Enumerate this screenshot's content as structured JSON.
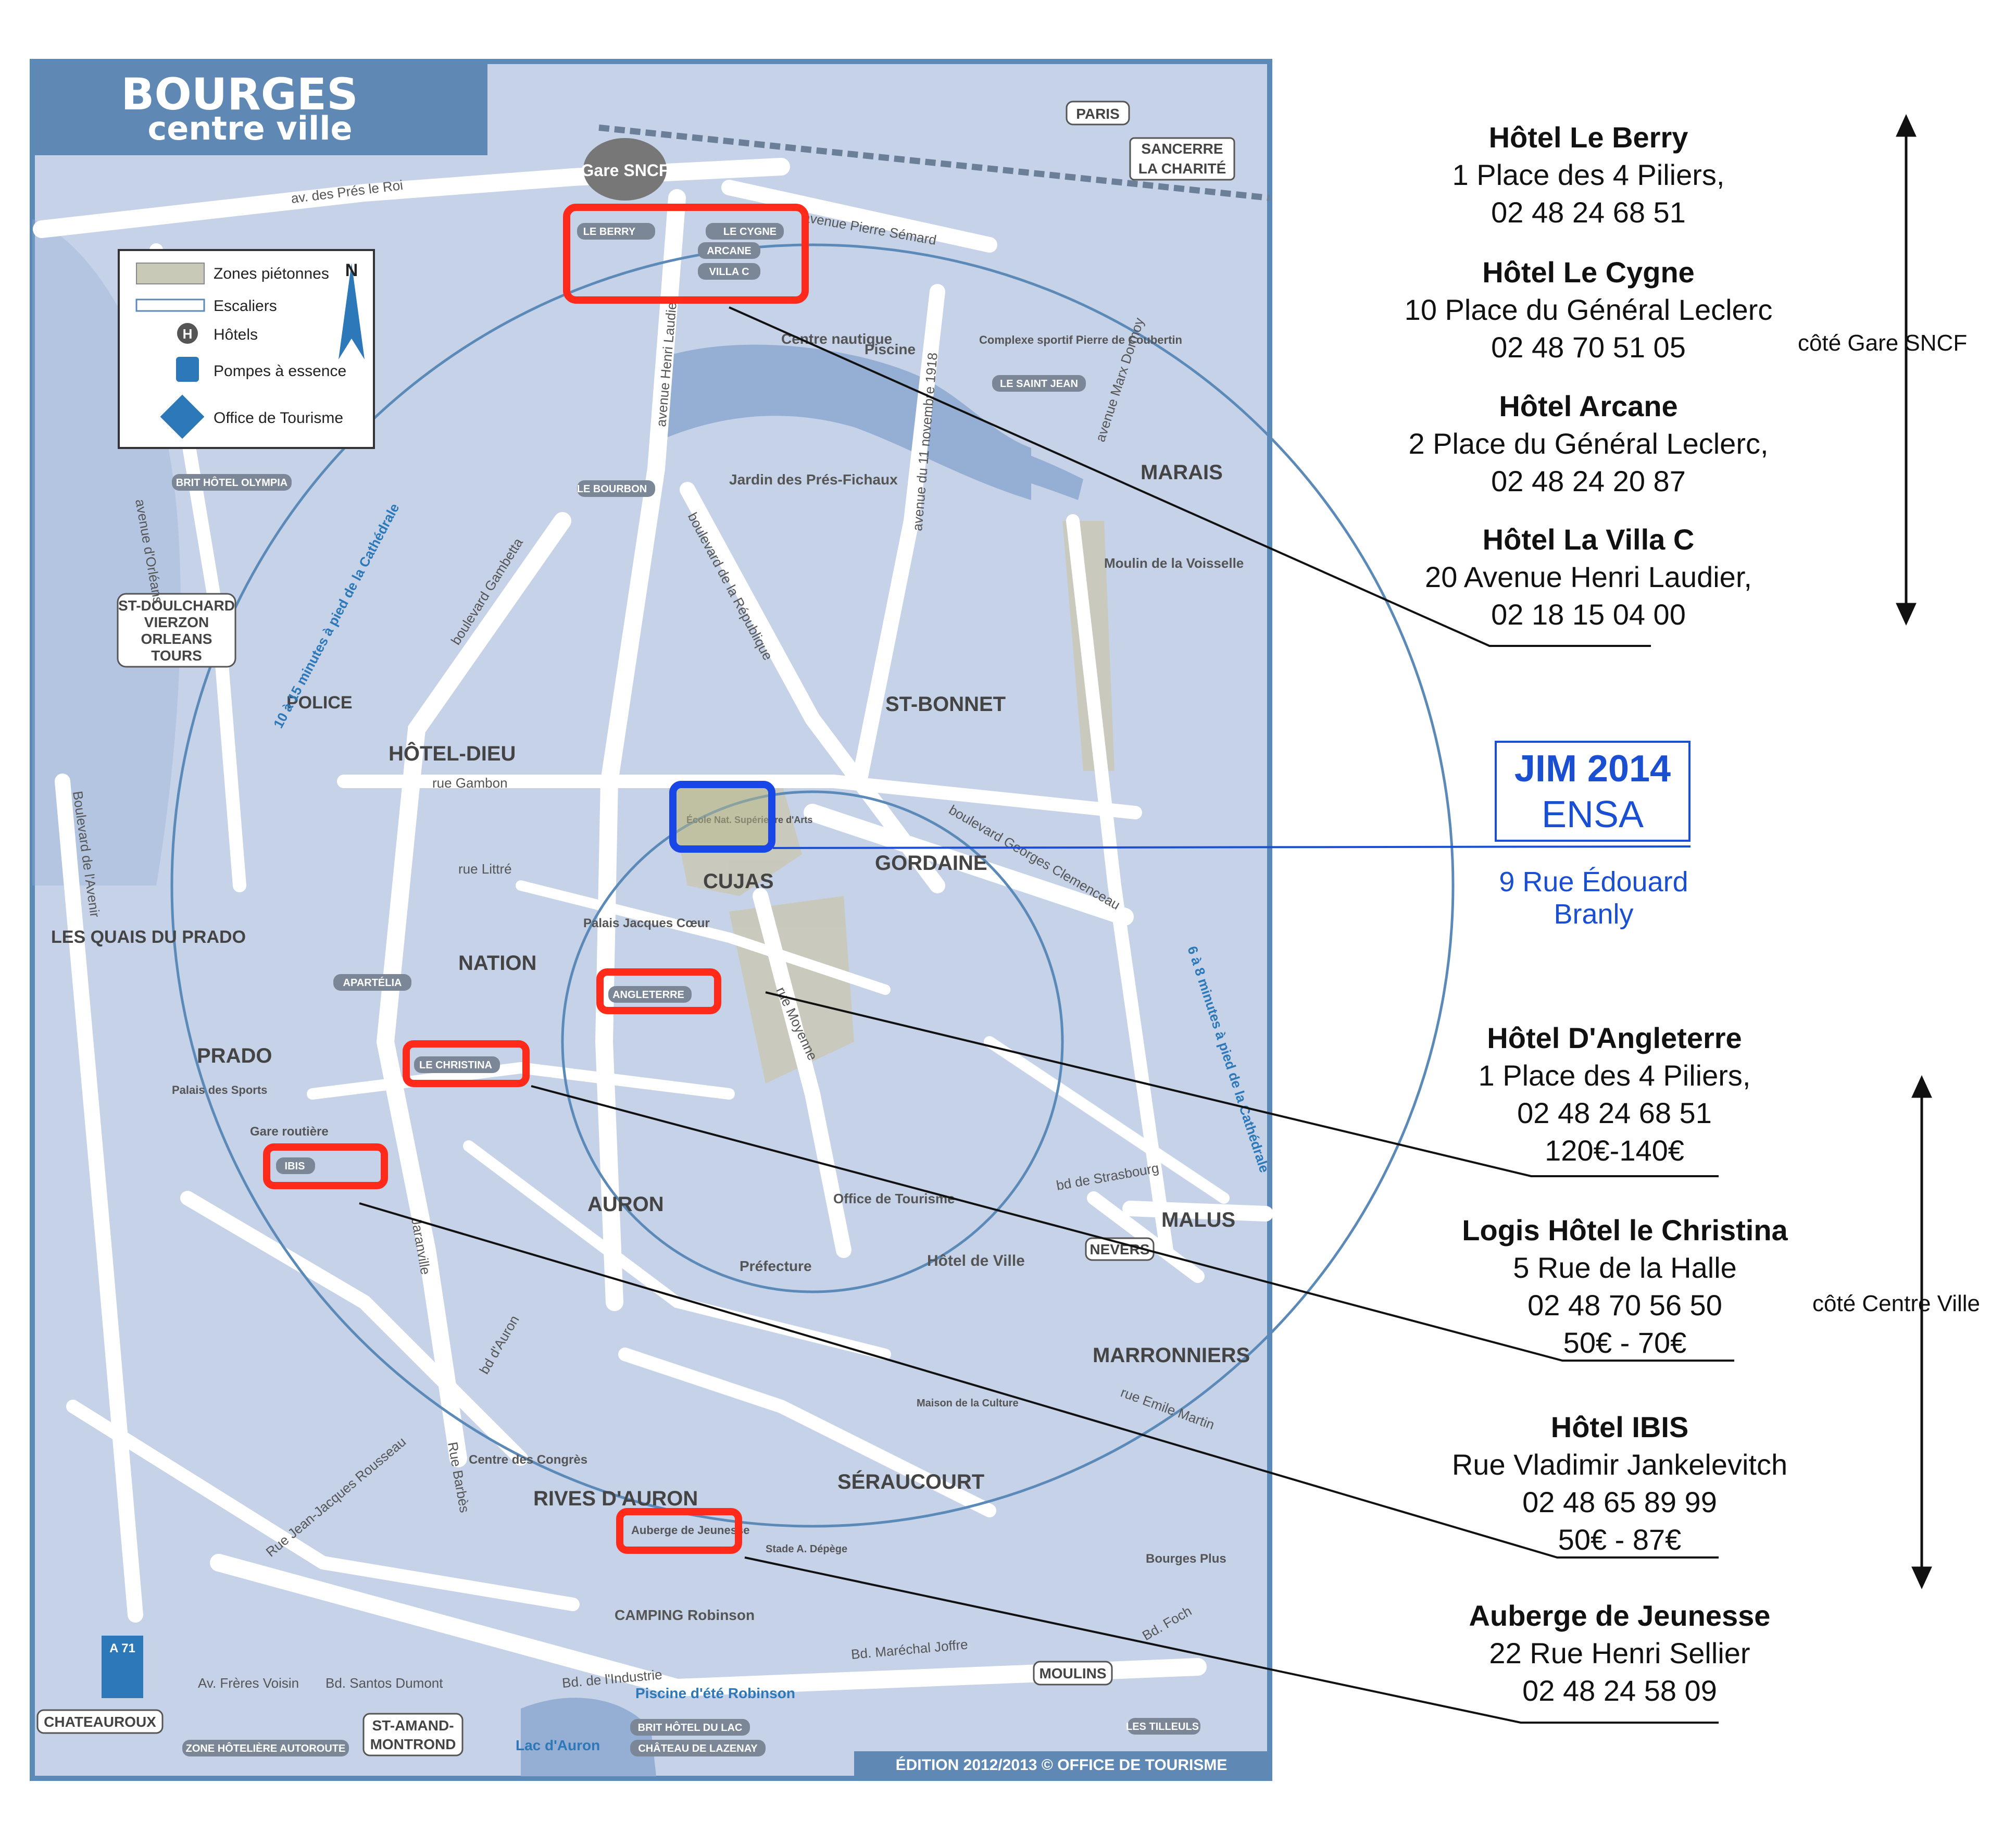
{
  "map": {
    "title": "BOURGES",
    "subtitle": "centre ville",
    "edition": "ÉDITION 2012/2013 © OFFICE DE TOURISME",
    "colors": {
      "water": "#95aed3",
      "land": "#c5d2e8",
      "road": "#ffffff",
      "frame": "#5c8ab8",
      "title_bg": "#5f89b4",
      "highlight_red": "#ff2a1a",
      "highlight_blue": "#1946e6"
    },
    "legend": {
      "pedestrian": "Zones piétonnes",
      "stairs": "Escaliers",
      "hotels": "Hôtels",
      "fuel": "Pompes à essence",
      "tourism": "Office de Tourisme",
      "north": "N"
    },
    "districts": [
      "MARAIS",
      "ST-BONNET",
      "GORDAINE",
      "CUJAS",
      "NATION",
      "PRADO",
      "HÔTEL-DIEU",
      "AURON",
      "MALUS",
      "MARRONNIERS",
      "SÉRAUCOURT",
      "RIVES D'AURON",
      "LES QUAIS DU PRADO",
      "POLICE"
    ],
    "directions": [
      "PARIS",
      "SANCERRE",
      "LA CHARITÉ",
      "ST-DOULCHARD",
      "VIERZON",
      "ORLEANS",
      "TOURS",
      "NEVERS",
      "MOULINS",
      "CHATEAUROUX",
      "ST-AMAND-",
      "MONTROND",
      "A 71"
    ],
    "hotels_on_map": [
      "LE BERRY",
      "LE CYGNE",
      "ARCANE",
      "VILLA C",
      "BRIT HÔTEL OLYMPIA",
      "LE BOURBON",
      "LE SAINT JEAN",
      "APARTÉLIA",
      "ANGLETERRE",
      "LE CHRISTINA",
      "IBIS",
      "LES TILLEULS",
      "BRIT HÔTEL DU LAC",
      "CHÂTEAU DE LAZENAY",
      "ZONE HÔTELIÈRE AUTOROUTE"
    ],
    "places": [
      "Gare SNCF",
      "Jardin des Prés-Fichaux",
      "Centre nautique",
      "Piscine",
      "Complexe sportif Pierre de Coubertin",
      "Moulin de la Voisselle",
      "École Nat. Supérieure d'Arts",
      "Palais Jacques Cœur",
      "Hôtel de Ville",
      "Préfecture",
      "Office de Tourisme",
      "Centre des Congrès",
      "Auberge de Jeunesse",
      "CAMPING Robinson",
      "Piscine d'été Robinson",
      "Lac d'Auron",
      "Bourges Plus",
      "Stade A. Dépège",
      "Gare routière",
      "Palais des Sports",
      "Maison de la Culture"
    ],
    "streets": [
      "av. des Prés le Roi",
      "avenue Pierre Sémard",
      "avenue Henri Laudier",
      "avenue du 11 novembre 1918",
      "boulevard de la République",
      "boulevard Gambetta",
      "boulevard Georges Clemenceau",
      "rue Moyenne",
      "Boulevard de l'Avenir",
      "avenue d'Orléans",
      "rue Gambon",
      "rue Littré",
      "Bd. Maréchal Joffre",
      "Bd. de l'Industrie",
      "Rue Barbès",
      "Jaranville",
      "bd d'Auron",
      "Rue Jean-Jacques Rousseau",
      "avenue Marx Dormoy",
      "bd de Strasbourg",
      "rue Emile Martin",
      "Bd. Foch",
      "Av. Frères Voisin",
      "Bd. Santos Dumont"
    ],
    "walk_label_1": "10 à 15 minutes à pied de la Cathédrale",
    "walk_label_2": "6 à 8 minutes à pied de la Cathédrale"
  },
  "hotels_side": [
    {
      "name": "Hôtel Le Berry",
      "line1": "1 Place des 4 Piliers,",
      "line2": "02 48 24 68 51"
    },
    {
      "name": "Hôtel Le Cygne",
      "line1": "10 Place du Général Leclerc",
      "line2": "02 48 70 51 05"
    },
    {
      "name": "Hôtel Arcane",
      "line1": "2 Place du Général Leclerc,",
      "line2": "02 48 24 20 87"
    },
    {
      "name": "Hôtel La Villa C",
      "line1": "20 Avenue Henri Laudier,",
      "line2": "02 18 15 04 00"
    },
    {
      "name": "Hôtel D'Angleterre",
      "line1": "1 Place des 4 Piliers,",
      "line2": "02 48 24 68 51",
      "price": "120€-140€"
    },
    {
      "name": "Logis Hôtel le Christina",
      "line1": "5 Rue de la Halle",
      "line2": "02 48 70 56 50",
      "price": "50€ - 70€"
    },
    {
      "name": "Hôtel IBIS",
      "line1": "Rue Vladimir Jankelevitch",
      "line2": "02 48 65 89 99",
      "price": "50€ - 87€"
    },
    {
      "name": "Auberge de Jeunesse",
      "line1": "22 Rue Henri Sellier",
      "line2": "02 48 24 58 09"
    }
  ],
  "venue": {
    "title": "JIM 2014",
    "subtitle": "ENSA",
    "address": "9 Rue Édouard Branly"
  },
  "groups": {
    "gare": "côté Gare SNCF",
    "centre": "côté Centre Ville"
  }
}
